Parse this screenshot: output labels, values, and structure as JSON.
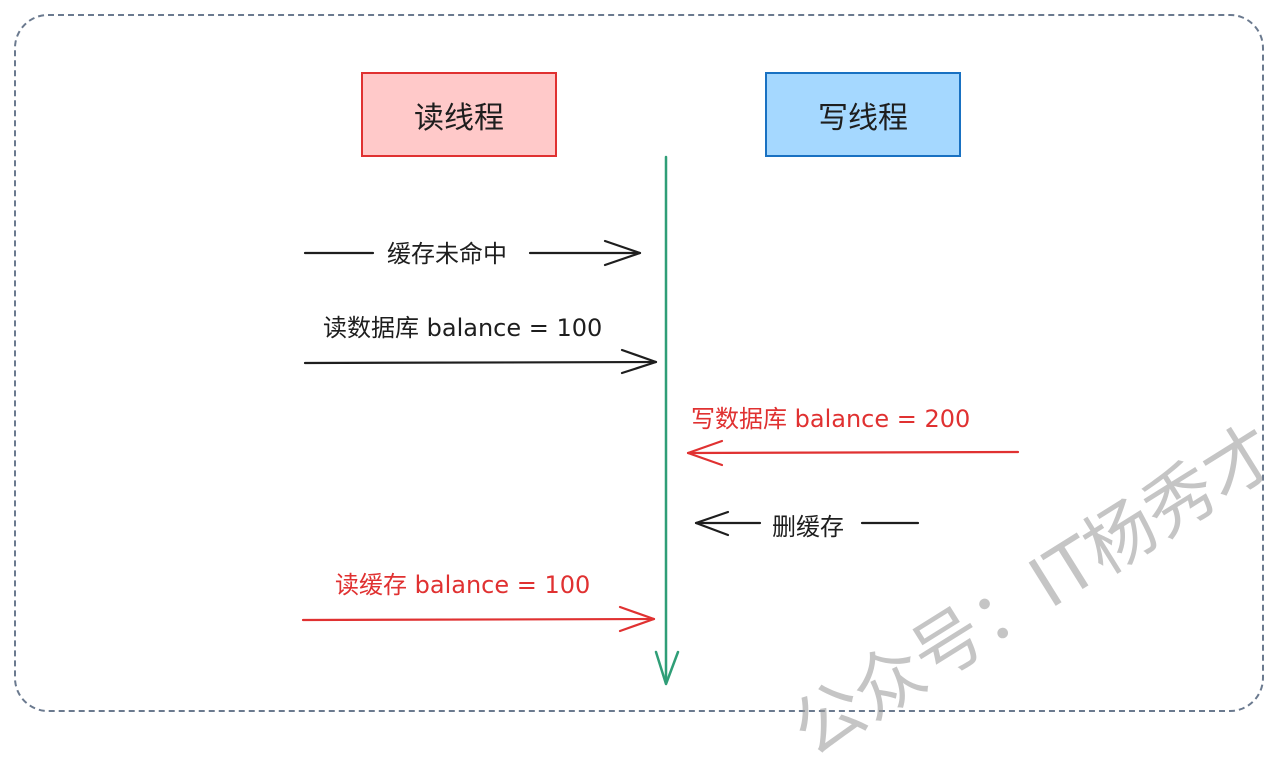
{
  "boxes": {
    "read_thread": "读线程",
    "write_thread": "写线程"
  },
  "messages": [
    {
      "text": "缓存未命中",
      "direction": "right",
      "color": "#1e1e1e"
    },
    {
      "text": "读数据库 balance = 100",
      "direction": "right",
      "color": "#1e1e1e"
    },
    {
      "text": "写数据库 balance = 200",
      "direction": "left",
      "color": "#e03131"
    },
    {
      "text": "删缓存",
      "direction": "left",
      "color": "#1e1e1e"
    },
    {
      "text": "读缓存 balance = 100",
      "direction": "right",
      "color": "#e03131"
    }
  ],
  "watermark": "公众号：IT杨秀才",
  "colors": {
    "timeline": "#2f9e77",
    "red": "#e03131",
    "blue": "#1971c2"
  }
}
